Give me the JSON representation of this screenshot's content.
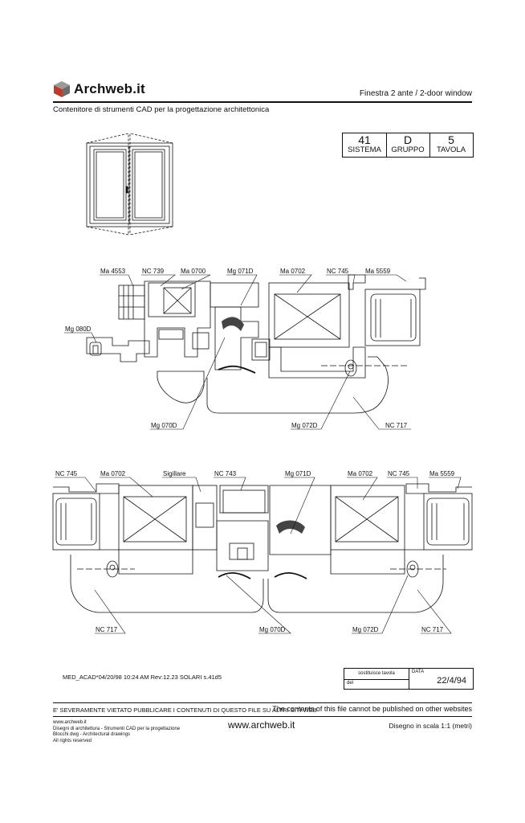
{
  "header": {
    "brand": "Archweb.it",
    "doc_title": "Finestra 2 ante  /  2-door window",
    "subtitle": "Contenitore di strumenti CAD per la progettazione architettonica"
  },
  "code_table": {
    "cells": [
      {
        "value": "41",
        "label": "SISTEMA"
      },
      {
        "value": "D",
        "label": "GRUPPO"
      },
      {
        "value": "5",
        "label": "TAVOLA"
      }
    ]
  },
  "section_top_labels": {
    "ma4553": "Ma 4553",
    "nc739": "NC 739",
    "ma0700": "Ma 0700",
    "mg071d": "Mg 071D",
    "ma0702": "Ma 0702",
    "nc745": "NC 745",
    "ma5559": "Ma 5559",
    "mg080d": "Mg 080D",
    "mg070d": "Mg 070D",
    "mg072d": "Mg 072D",
    "nc717": "NC 717"
  },
  "section_bottom_labels": {
    "nc745_left": "NC 745",
    "ma0702_left": "Ma 0702",
    "sigillare": "Sigillare",
    "nc743": "NC 743",
    "mg071d": "Mg 071D",
    "ma0702_right": "Ma 0702",
    "nc745_right": "NC 745",
    "ma5559": "Ma 5559",
    "nc717_left": "NC 717",
    "mg070d": "Mg 070D",
    "mg072d": "Mg 072D",
    "nc717_right": "NC 717"
  },
  "meta": {
    "file_info": "MED_ACAD*04/20/98 10:24 AM Rev:12.23  SOLARI s.41d5",
    "replaces_label": "sostituisce tavola",
    "del_label": "del",
    "data_label": "DATA",
    "date": "22/4/94"
  },
  "footer": {
    "warning_it": "E' SEVERAMENTE VIETATO PUBBLICARE I CONTENUTI DI QUESTO FILE SU ALTRI SITI WEB",
    "warning_en": "The contents of this file cannot be published on other websites",
    "left_lines": [
      "www.archweb.it",
      "Disegni di architettura - Strumenti CAD  per la progettazione",
      "Blocchi dwg - Architectural drawings",
      "All rights reserved"
    ],
    "center": "www.archweb.it",
    "scale": "Disegno in scala 1:1 (metri)"
  }
}
